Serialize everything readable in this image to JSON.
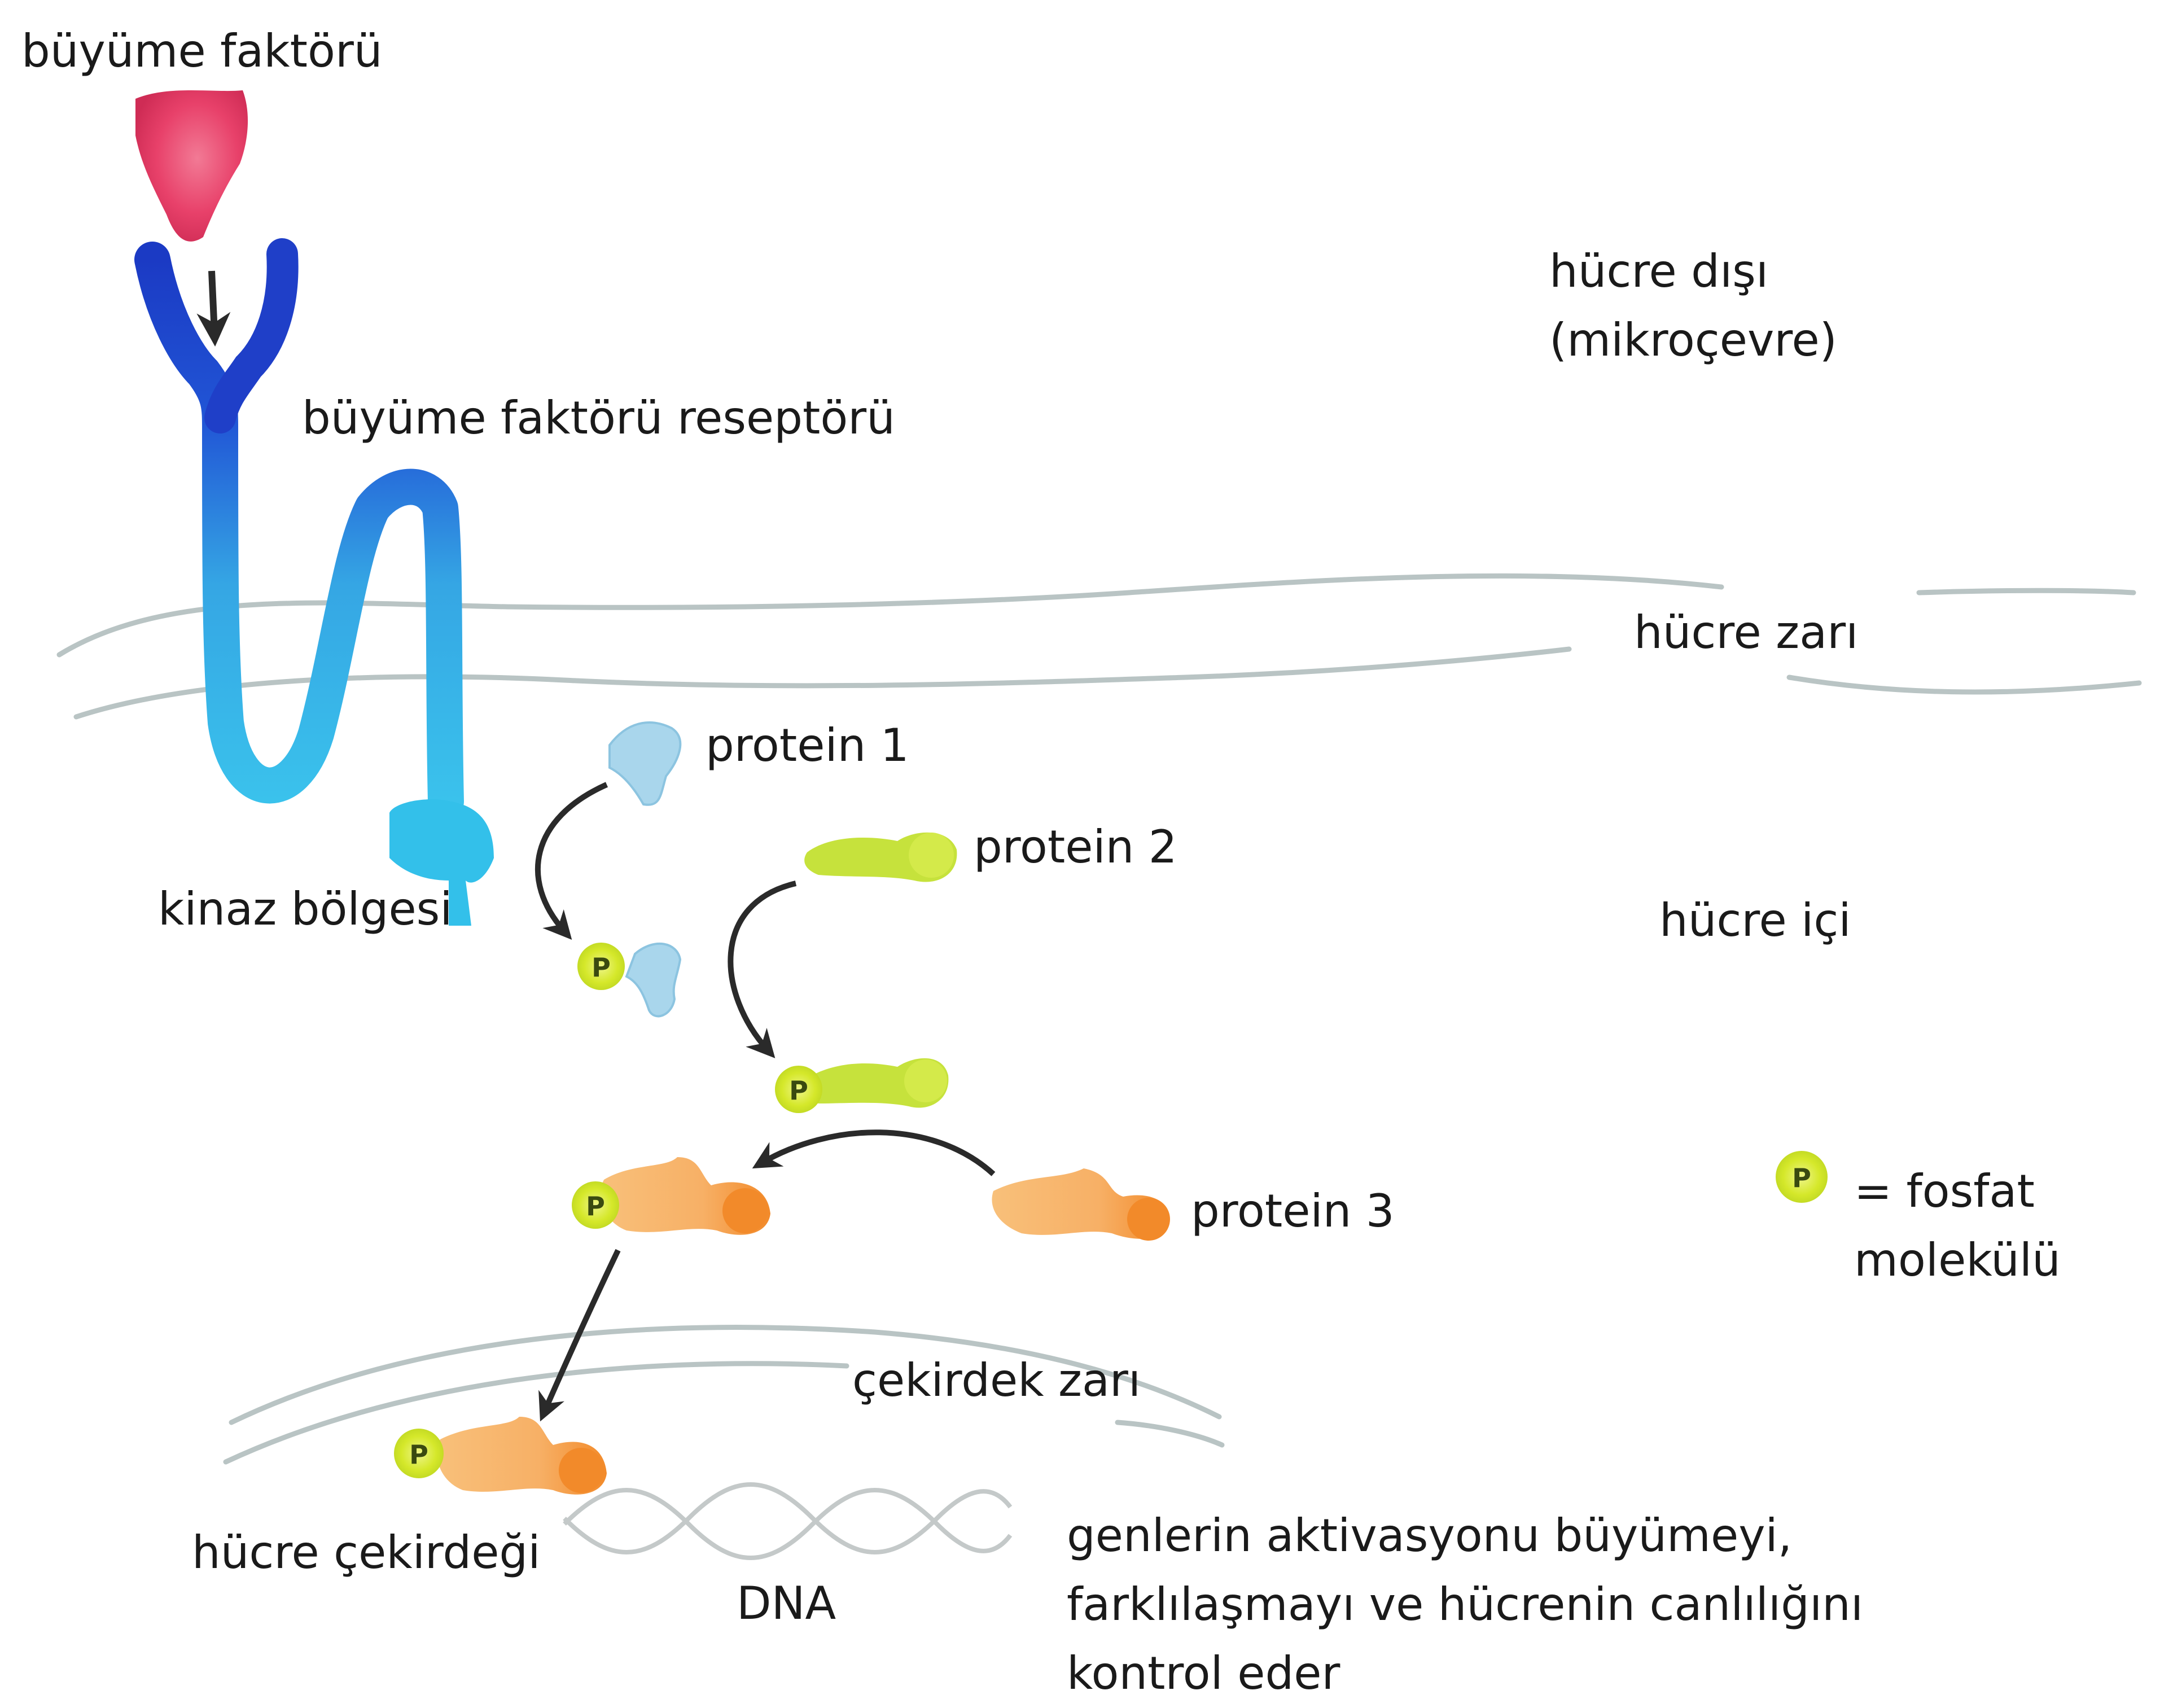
{
  "labels": {
    "growth_factor": "büyüme faktörü",
    "growth_factor_receptor": "büyüme faktörü reseptörü",
    "extracellular_line1": "hücre dışı",
    "extracellular_line2": "(mikroçevre)",
    "cell_membrane": "hücre zarı",
    "kinase_domain": "kinaz bölgesi",
    "protein1": "protein 1",
    "protein2": "protein 2",
    "protein3": "protein 3",
    "intracellular": "hücre içi",
    "phosphate_legend_line1": "= fosfat",
    "phosphate_legend_line2": "molekülü",
    "nuclear_membrane": "çekirdek zarı",
    "cell_nucleus": "hücre çekirdeği",
    "dna": "DNA",
    "gene_activation_line1": "genlerin aktivasyonu büyümeyi,",
    "gene_activation_line2": "farklılaşmayı ve hücrenin canlılığını",
    "gene_activation_line3": "kontrol eder"
  },
  "phosphate_symbol": "P",
  "colors": {
    "growth_factor": "#e8416a",
    "receptor_top": "#1f3fc8",
    "receptor_bottom": "#33b8e6",
    "membrane": "#b9c4c4",
    "protein1": "#a9d6ec",
    "protein2": "#c6e23c",
    "protein3": "#f5a24a",
    "phosphate": "#d5e82a",
    "arrow": "#2a2a2a"
  }
}
